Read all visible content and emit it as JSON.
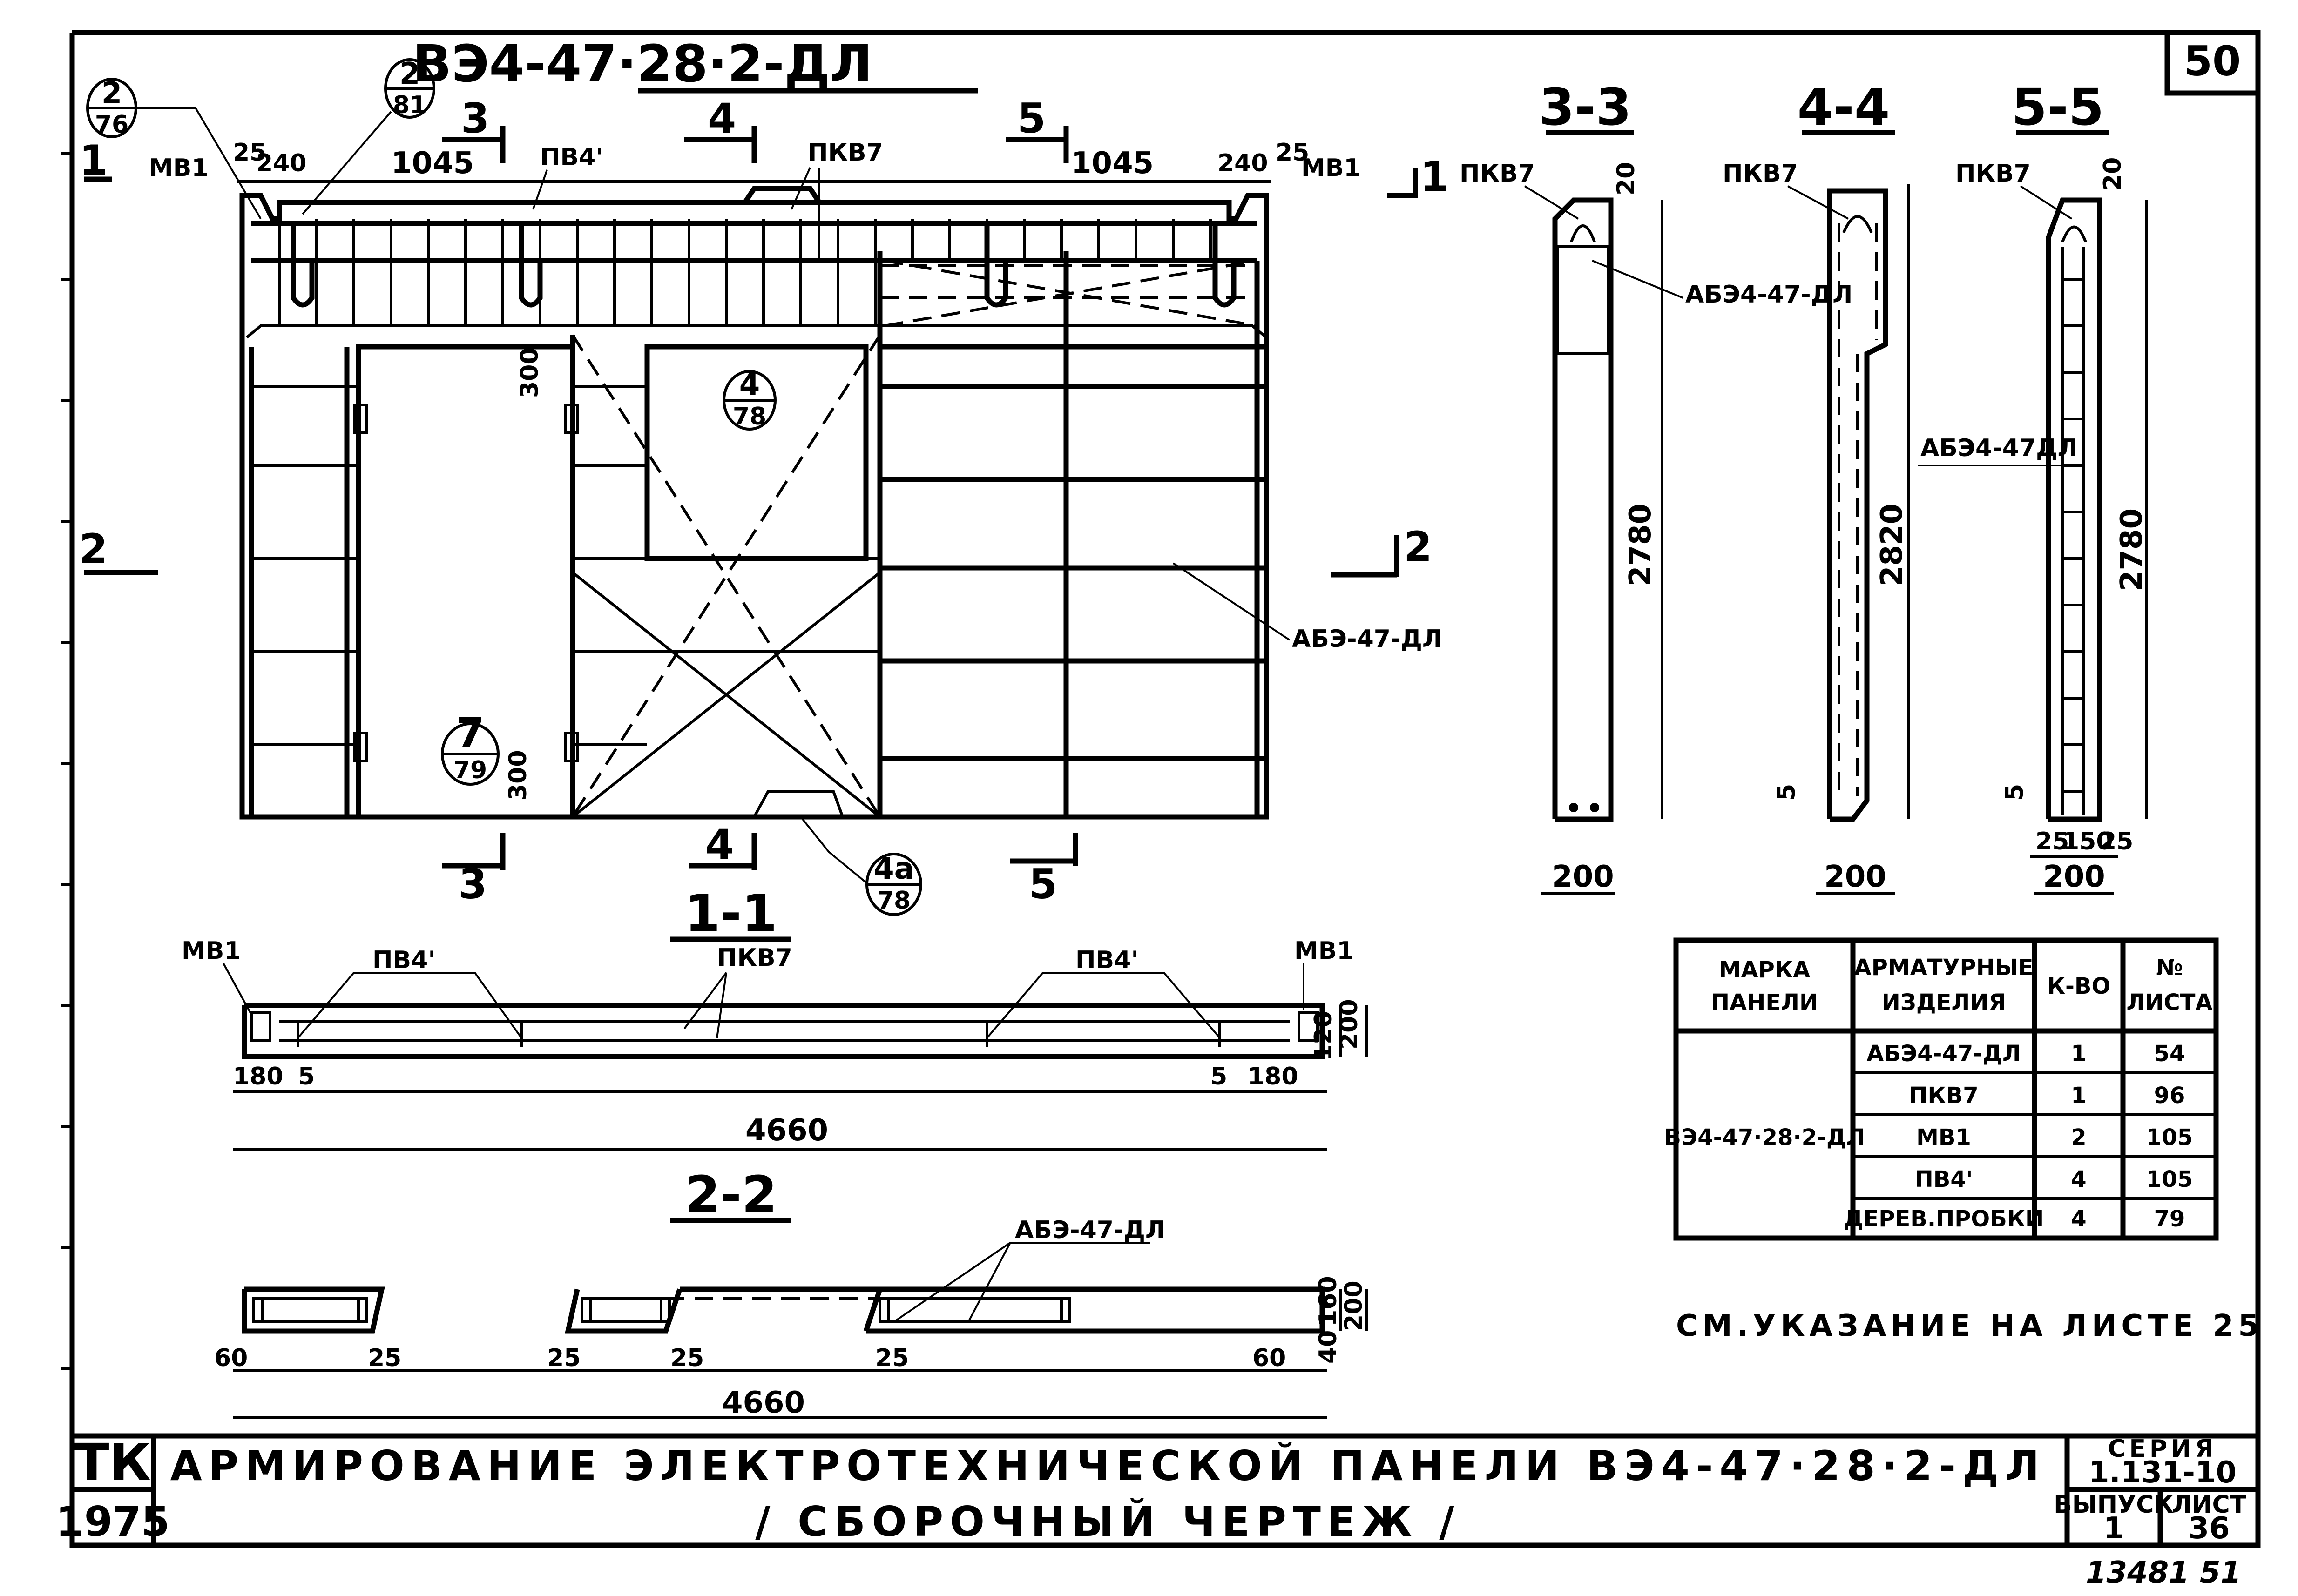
{
  "sheet": {
    "number": "50",
    "pencil_note": "13481   51"
  },
  "main_view": {
    "title": "ВЭ4-47·28·2-ДЛ",
    "labels": {
      "mv1": "МВ1",
      "pv4": "ПВ4'",
      "pkv7": "ПКВ7",
      "ab3": "АБЭ-47-ДЛ"
    },
    "dims": {
      "d25": "25",
      "d240": "240",
      "d1045": "1045",
      "d300": "300"
    },
    "callouts": [
      {
        "top": "2",
        "bottom": "76"
      },
      {
        "top": "2",
        "bottom": "81"
      },
      {
        "top": "4",
        "bottom": "78"
      },
      {
        "top": "7",
        "bottom": "79"
      },
      {
        "top": "4а",
        "bottom": "78"
      }
    ],
    "cut_marks": {
      "c1": "1",
      "c2": "2",
      "c3": "3",
      "c4": "4",
      "c5": "5"
    }
  },
  "sections": {
    "s33": {
      "title": "3-3",
      "label_top": "ПКВ7",
      "label_mid": "АБЭ4-47-ДЛ",
      "h": "2780",
      "w": "200",
      "d20": "20"
    },
    "s44": {
      "title": "4-4",
      "label_top": "ПКВ7",
      "h": "2820",
      "w": "200",
      "d5": "5"
    },
    "s55": {
      "title": "5-5",
      "label_top": "ПКВ7",
      "label_mid": "АБЭ4-47ДЛ",
      "h": "2780",
      "w": "200",
      "d20": "20",
      "d5": "5",
      "d25": "25",
      "d150": "150"
    }
  },
  "section_11": {
    "title": "1-1",
    "labels": {
      "mv1": "МВ1",
      "pv4": "ПВ4'",
      "pkv7": "ПКВ7"
    },
    "dims": {
      "d180": "180",
      "d5": "5",
      "d4660": "4660",
      "d120": "120",
      "d200": "200"
    }
  },
  "section_22": {
    "title": "2-2",
    "label": "АБЭ-47-ДЛ",
    "dims": {
      "d60": "60",
      "d25": "25",
      "d4660": "4660",
      "d160": "160",
      "d40": "40",
      "d200": "200"
    }
  },
  "spec_table": {
    "headers": [
      "МАРКА\nПАНЕЛИ",
      "АРМАТУРНЫЕ\nИЗДЕЛИЯ",
      "К-ВО",
      "№\nЛИСТА"
    ],
    "header_lines": [
      [
        "МАРКА",
        "ПАНЕЛИ"
      ],
      [
        "АРМАТУРНЫЕ",
        "ИЗДЕЛИЯ"
      ],
      [
        "К-ВО"
      ],
      [
        "№",
        "ЛИСТА"
      ]
    ],
    "panel_mark": "ВЭ4-47·28·2-ДЛ",
    "rows": [
      {
        "item": "АБЭ4-47-ДЛ",
        "qty": "1",
        "sheet": "54"
      },
      {
        "item": "ПКВ7",
        "qty": "1",
        "sheet": "96"
      },
      {
        "item": "МВ1",
        "qty": "2",
        "sheet": "105"
      },
      {
        "item": "ПВ4'",
        "qty": "4",
        "sheet": "105"
      },
      {
        "item": "ДЕРЕВ.ПРОБКИ",
        "qty": "4",
        "sheet": "79"
      }
    ]
  },
  "note": "СМ.УКАЗАНИЕ НА ЛИСТЕ 25",
  "title_block": {
    "org": "ТК",
    "year": "1975",
    "title_line1": "АРМИРОВАНИЕ ЭЛЕКТРОТЕХНИЧЕСКОЙ ПАНЕЛИ ВЭ4-47·28·2-ДЛ",
    "title_line2": "/ СБОРОЧНЫЙ ЧЕРТЕЖ /",
    "series_label": "СЕРИЯ",
    "series": "1.131-10",
    "issue_label": "ВЫПУСК",
    "issue": "1",
    "sheet_label": "ЛИСТ",
    "sheet": "36"
  }
}
